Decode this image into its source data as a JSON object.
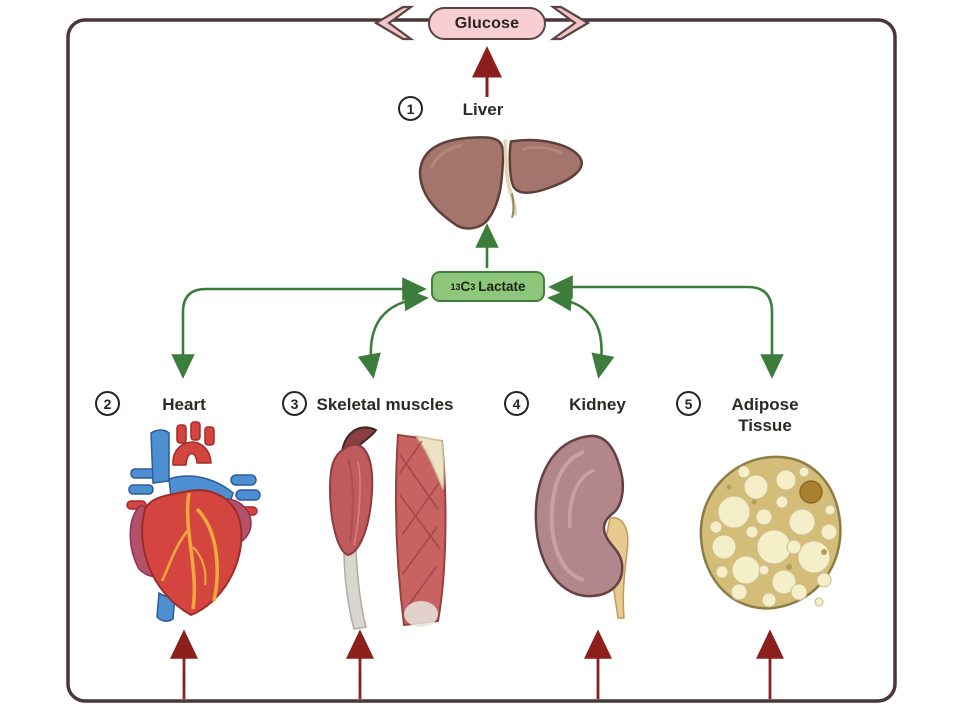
{
  "glucose": {
    "label": "Glucose"
  },
  "lactate": {
    "isotope": "13",
    "element": "C",
    "count": "3",
    "name": "Lactate"
  },
  "nodes": {
    "liver": {
      "number": "1",
      "label": "Liver"
    },
    "heart": {
      "number": "2",
      "label": "Heart"
    },
    "muscle": {
      "number": "3",
      "label": "Skeletal muscles"
    },
    "kidney": {
      "number": "4",
      "label": "Kidney"
    },
    "adipose": {
      "number": "5",
      "label": "Adipose Tissue"
    }
  },
  "icons": [
    "chevron-left-icon",
    "chevron-right-icon",
    "liver-illustration",
    "heart-illustration",
    "skeletal-muscle-illustration",
    "kidney-illustration",
    "adipose-tissue-illustration"
  ],
  "colors": {
    "frame": "#4a3737",
    "red_arrow": "#8c1f1c",
    "green_arrow": "#3c7d3b",
    "glucose_fill": "#f7ced2",
    "glucose_border": "#5a4444",
    "chevron_fill": "#f2c4c8",
    "lactate_fill": "#8ec77c",
    "lactate_border": "#41803b",
    "liver_fill": "#a3756d",
    "kidney_fill": "#b3868c",
    "adipose_fill": "#d4bd79",
    "heart_red": "#d5453f",
    "heart_blue": "#4d8fd1",
    "muscle_red": "#c05a5c"
  }
}
